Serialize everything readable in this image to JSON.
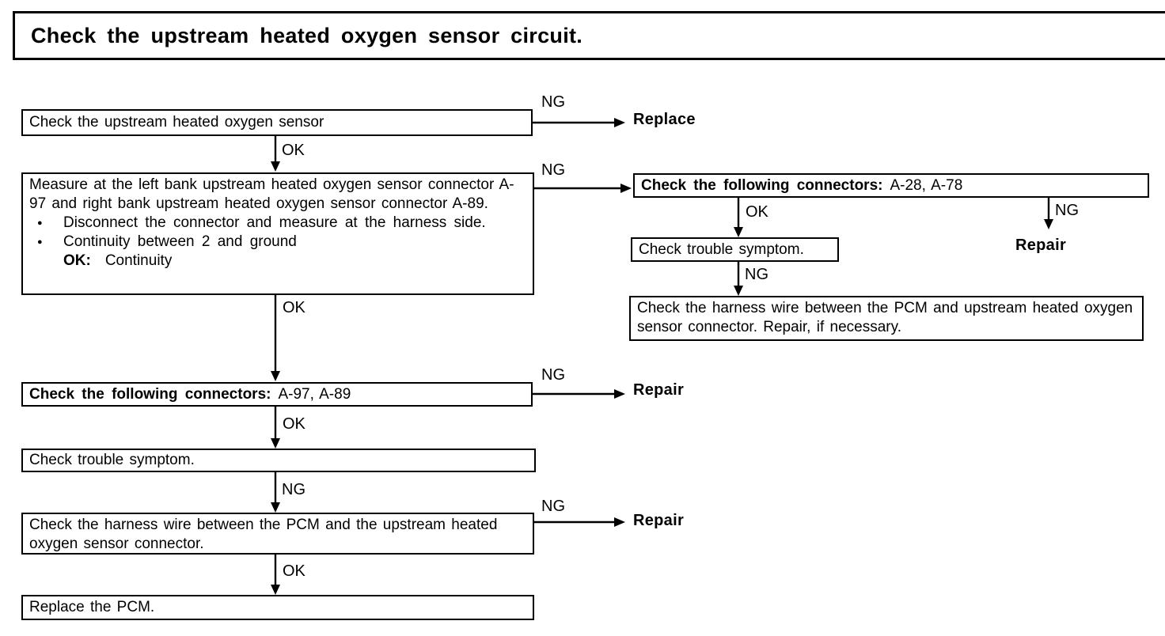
{
  "title": "Check the upstream heated oxygen sensor circuit.",
  "glyphs": {
    "bullet": "●"
  },
  "edge_labels": {
    "ok": "OK",
    "ng": "NG"
  },
  "terminals": {
    "replace": "Replace",
    "repair": "Repair"
  },
  "boxes": {
    "b1": {
      "text": "Check the upstream heated oxygen sensor"
    },
    "b2": {
      "text": "Measure at the left bank upstream heated oxygen sensor connector A-97 and right bank upstream heated oxygen sensor connector A-89.",
      "bullets": [
        "Disconnect the connector and measure at the harness side.",
        "Continuity between 2 and ground"
      ],
      "ok_label": "OK:",
      "ok_value": "Continuity"
    },
    "b3": {
      "bold": "Check the following connectors:",
      "rest": "A-97, A-89"
    },
    "b4": {
      "text": "Check trouble symptom."
    },
    "b5": {
      "text": "Check the harness wire between the PCM and the upstream heated oxygen sensor connector."
    },
    "b6": {
      "text": "Replace the PCM."
    },
    "r1": {
      "bold": "Check the following connectors:",
      "rest": "A-28, A-78"
    },
    "r2": {
      "text": "Check trouble symptom."
    },
    "r3": {
      "text": "Check the harness wire between the PCM and upstream heated oxygen sensor connector. Repair, if necessary."
    }
  }
}
